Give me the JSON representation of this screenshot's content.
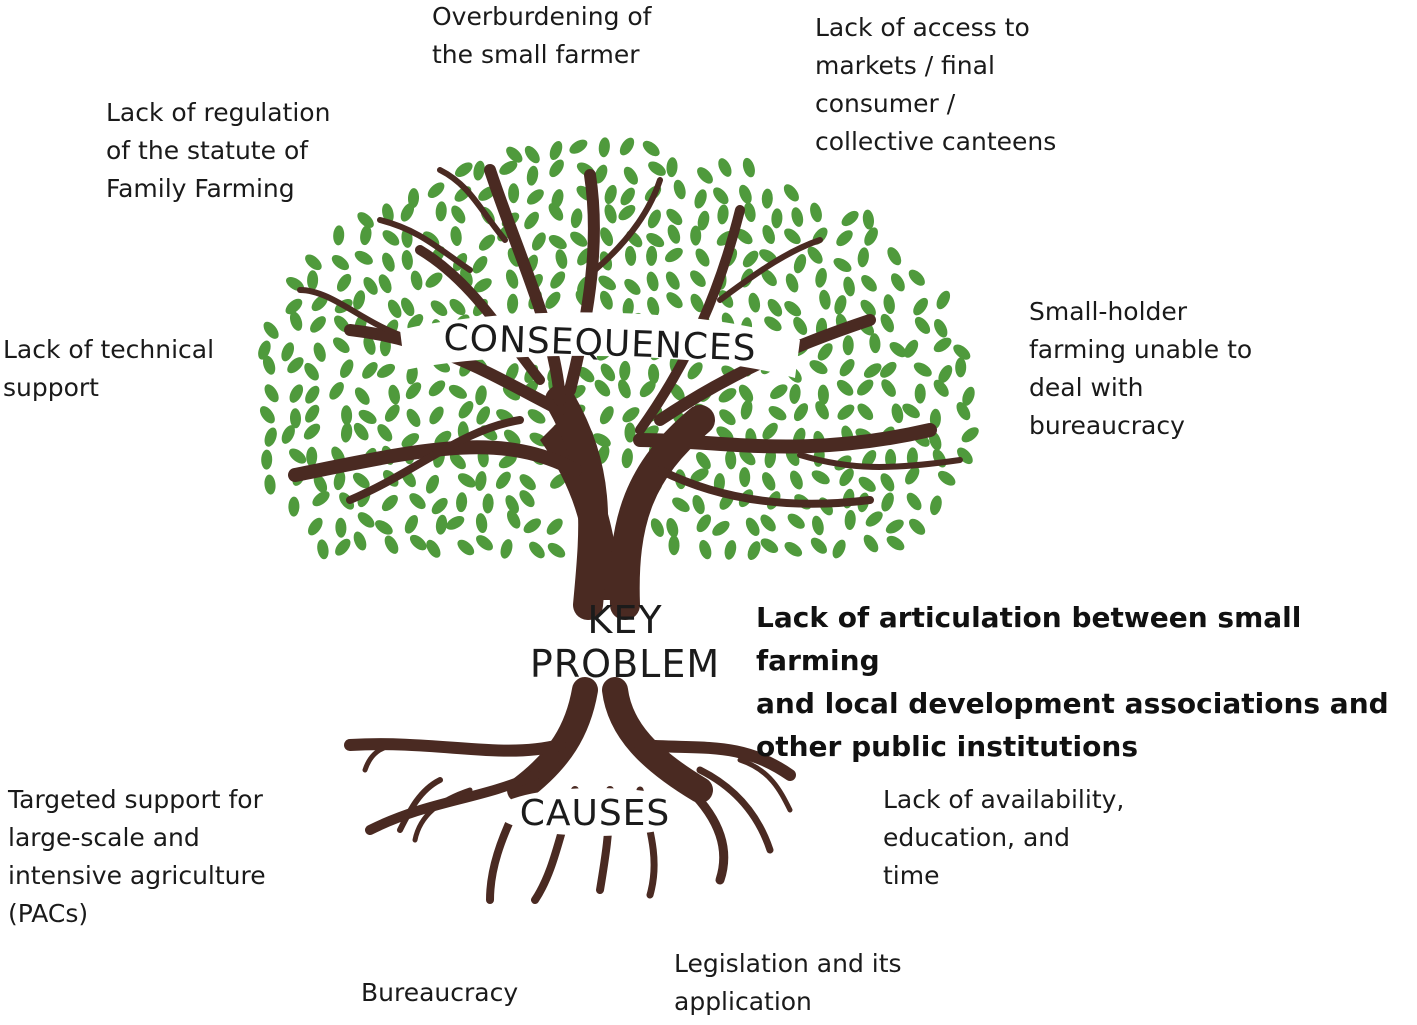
{
  "diagram": {
    "key_problem_label": "KEY\nPROBLEM",
    "key_problem_statement": "Lack of articulation between small farming\nand local development associations and\nother public institutions",
    "consequences_label": "CONSEQUENCES",
    "causes_label": "CAUSES",
    "consequences": [
      "Overburdening of\nthe small farmer",
      "Lack of access to\nmarkets / final\nconsumer /\ncollective canteens",
      "Lack of regulation\nof the statute of\nFamily Farming",
      "Lack of technical\nsupport",
      "Small-holder\nfarming unable to\ndeal with\nbureaucracy"
    ],
    "causes": [
      "Targeted support for\nlarge-scale and\nintensive agriculture\n(PACs)",
      "Lack of availability,\neducation, and\ntime",
      "Bureaucracy",
      "Legislation and its\napplication"
    ]
  },
  "colors": {
    "trunk": "#4a2a22",
    "leaf": "#4f9a3c",
    "text": "#1a1a1a"
  }
}
